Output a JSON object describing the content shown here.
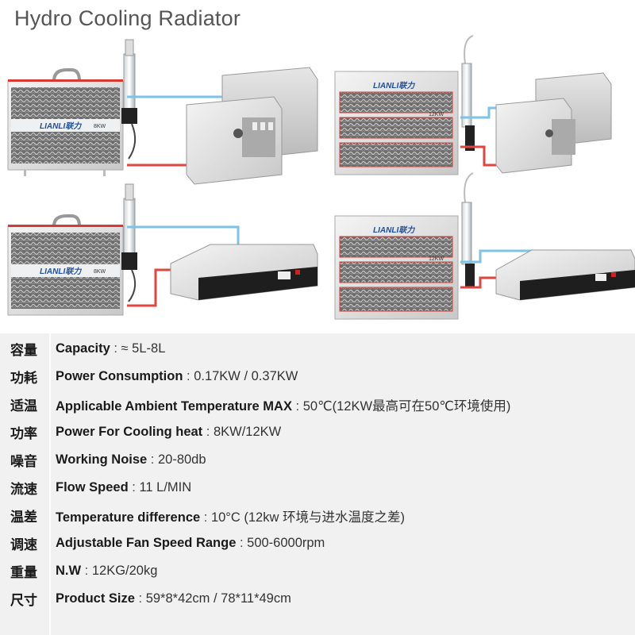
{
  "title": "Hydro Cooling Radiator",
  "units": [
    {
      "brand": "LIANLI",
      "brand_cn": "联力",
      "power": "8KW"
    },
    {
      "brand": "LIANLI",
      "brand_cn": "联力",
      "power": "12KW"
    },
    {
      "brand": "LIANLI",
      "brand_cn": "联力",
      "power": "8KW"
    },
    {
      "brand": "LIANLI",
      "brand_cn": "联力",
      "power": "12KW"
    }
  ],
  "colors": {
    "cold_pipe": "#7ec3e6",
    "hot_pipe": "#e0463f",
    "table_bg": "#f1f1f1"
  },
  "specs": [
    {
      "cn": "容量",
      "name": "Capacity",
      "sep": " : ",
      "value": "≈ 5L-8L"
    },
    {
      "cn": "功耗",
      "name": "Power Consumption",
      "sep": " : ",
      "value": "0.17KW / 0.37KW"
    },
    {
      "cn": "适温",
      "name": "Applicable Ambient Temperature MAX",
      "sep": " : ",
      "value": "50℃(12KW最高可在50℃环境使用)"
    },
    {
      "cn": "功率",
      "name": "Power For Cooling heat",
      "sep": " : ",
      "value": "8KW/12KW"
    },
    {
      "cn": "噪音",
      "name": "Working Noise",
      "sep": " : ",
      "value": "20-80db"
    },
    {
      "cn": "流速",
      "name": "Flow Speed",
      "sep": " : ",
      "value": "11 L/MIN"
    },
    {
      "cn": "温差",
      "name": "Temperature difference",
      "sep": " : ",
      "value": "10°C (12kw 环境与进水温度之差)"
    },
    {
      "cn": "调速",
      "name": "Adjustable Fan Speed Range",
      "sep": " : ",
      "value": "500-6000rpm"
    },
    {
      "cn": "重量",
      "name": "N.W",
      "sep": " : ",
      "value": "12KG/20kg"
    },
    {
      "cn": "尺寸",
      "name": "Product Size",
      "sep": " : ",
      "value": "59*8*42cm / 78*11*49cm"
    }
  ]
}
